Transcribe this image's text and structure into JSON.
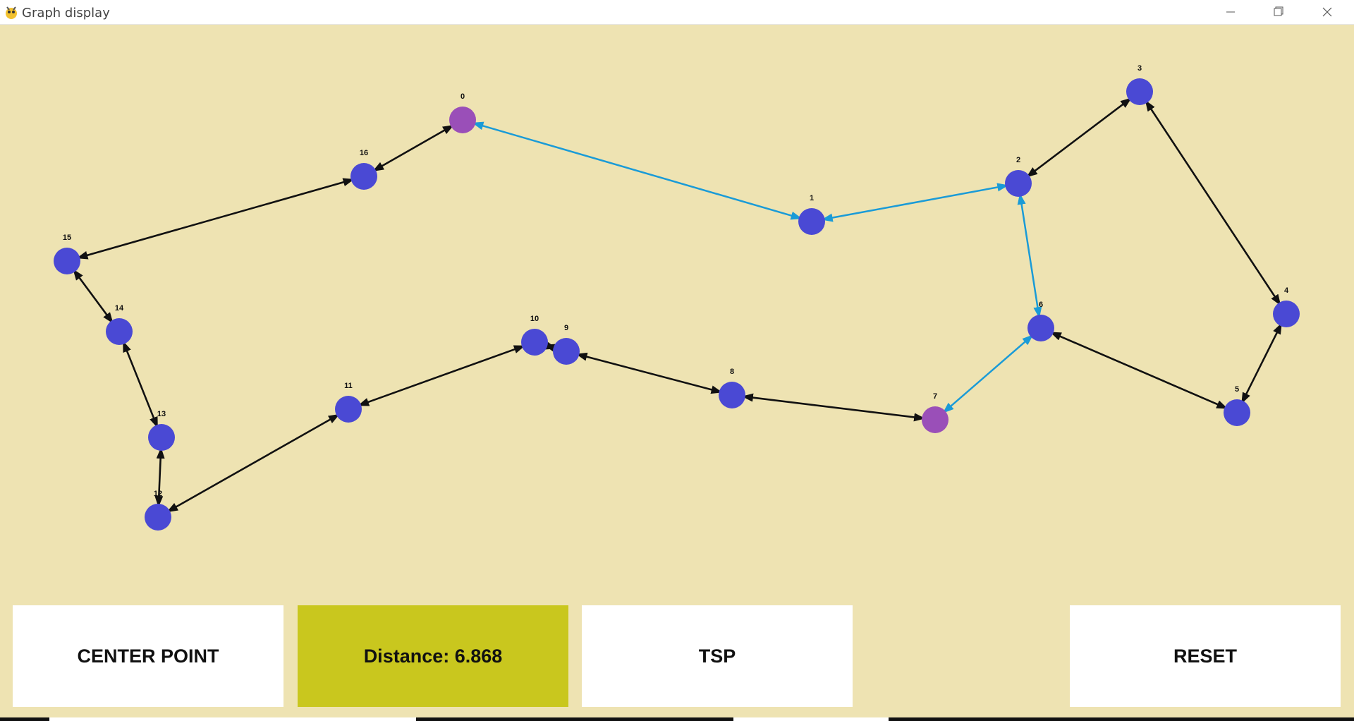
{
  "window": {
    "title": "Graph display"
  },
  "colors": {
    "background": "#eee3b2",
    "node": "#4a49d4",
    "node_highlight": "#9a4fb8",
    "edge": "#111111",
    "edge_highlight": "#1a9bd7",
    "distance_button": "#c9c71e"
  },
  "buttons": {
    "center_point": "CENTER POINT",
    "distance": "Distance: 6.868",
    "tsp": "TSP",
    "reset": "RESET"
  },
  "graph": {
    "nodes": [
      {
        "id": "0",
        "label": "0",
        "highlight": true
      },
      {
        "id": "1",
        "label": "1",
        "highlight": false
      },
      {
        "id": "2",
        "label": "2",
        "highlight": false
      },
      {
        "id": "3",
        "label": "3",
        "highlight": false
      },
      {
        "id": "4",
        "label": "4",
        "highlight": false
      },
      {
        "id": "5",
        "label": "5",
        "highlight": false
      },
      {
        "id": "6",
        "label": "6",
        "highlight": false
      },
      {
        "id": "7",
        "label": "7",
        "highlight": true
      },
      {
        "id": "8",
        "label": "8",
        "highlight": false
      },
      {
        "id": "9",
        "label": "9",
        "highlight": false
      },
      {
        "id": "10",
        "label": "10",
        "highlight": false
      },
      {
        "id": "11",
        "label": "11",
        "highlight": false
      },
      {
        "id": "12",
        "label": "12",
        "highlight": false
      },
      {
        "id": "13",
        "label": "13",
        "highlight": false
      },
      {
        "id": "14",
        "label": "14",
        "highlight": false
      },
      {
        "id": "15",
        "label": "15",
        "highlight": false
      },
      {
        "id": "16",
        "label": "16",
        "highlight": false
      }
    ],
    "edges": [
      {
        "from": "0",
        "to": "1",
        "bidirectional": true,
        "highlight": true
      },
      {
        "from": "1",
        "to": "2",
        "bidirectional": true,
        "highlight": true
      },
      {
        "from": "2",
        "to": "6",
        "bidirectional": true,
        "highlight": true
      },
      {
        "from": "6",
        "to": "7",
        "bidirectional": true,
        "highlight": true
      },
      {
        "from": "2",
        "to": "3",
        "bidirectional": true,
        "highlight": false
      },
      {
        "from": "3",
        "to": "4",
        "bidirectional": true,
        "highlight": false
      },
      {
        "from": "4",
        "to": "5",
        "bidirectional": true,
        "highlight": false
      },
      {
        "from": "5",
        "to": "6",
        "bidirectional": true,
        "highlight": false
      },
      {
        "from": "7",
        "to": "8",
        "bidirectional": true,
        "highlight": false
      },
      {
        "from": "8",
        "to": "9",
        "bidirectional": true,
        "highlight": false
      },
      {
        "from": "9",
        "to": "10",
        "bidirectional": true,
        "highlight": false
      },
      {
        "from": "10",
        "to": "11",
        "bidirectional": true,
        "highlight": false
      },
      {
        "from": "11",
        "to": "12",
        "bidirectional": true,
        "highlight": false
      },
      {
        "from": "12",
        "to": "13",
        "bidirectional": true,
        "highlight": false
      },
      {
        "from": "13",
        "to": "14",
        "bidirectional": true,
        "highlight": false
      },
      {
        "from": "14",
        "to": "15",
        "bidirectional": true,
        "highlight": false
      },
      {
        "from": "15",
        "to": "16",
        "bidirectional": true,
        "highlight": false
      },
      {
        "from": "16",
        "to": "0",
        "bidirectional": true,
        "highlight": false
      }
    ]
  }
}
